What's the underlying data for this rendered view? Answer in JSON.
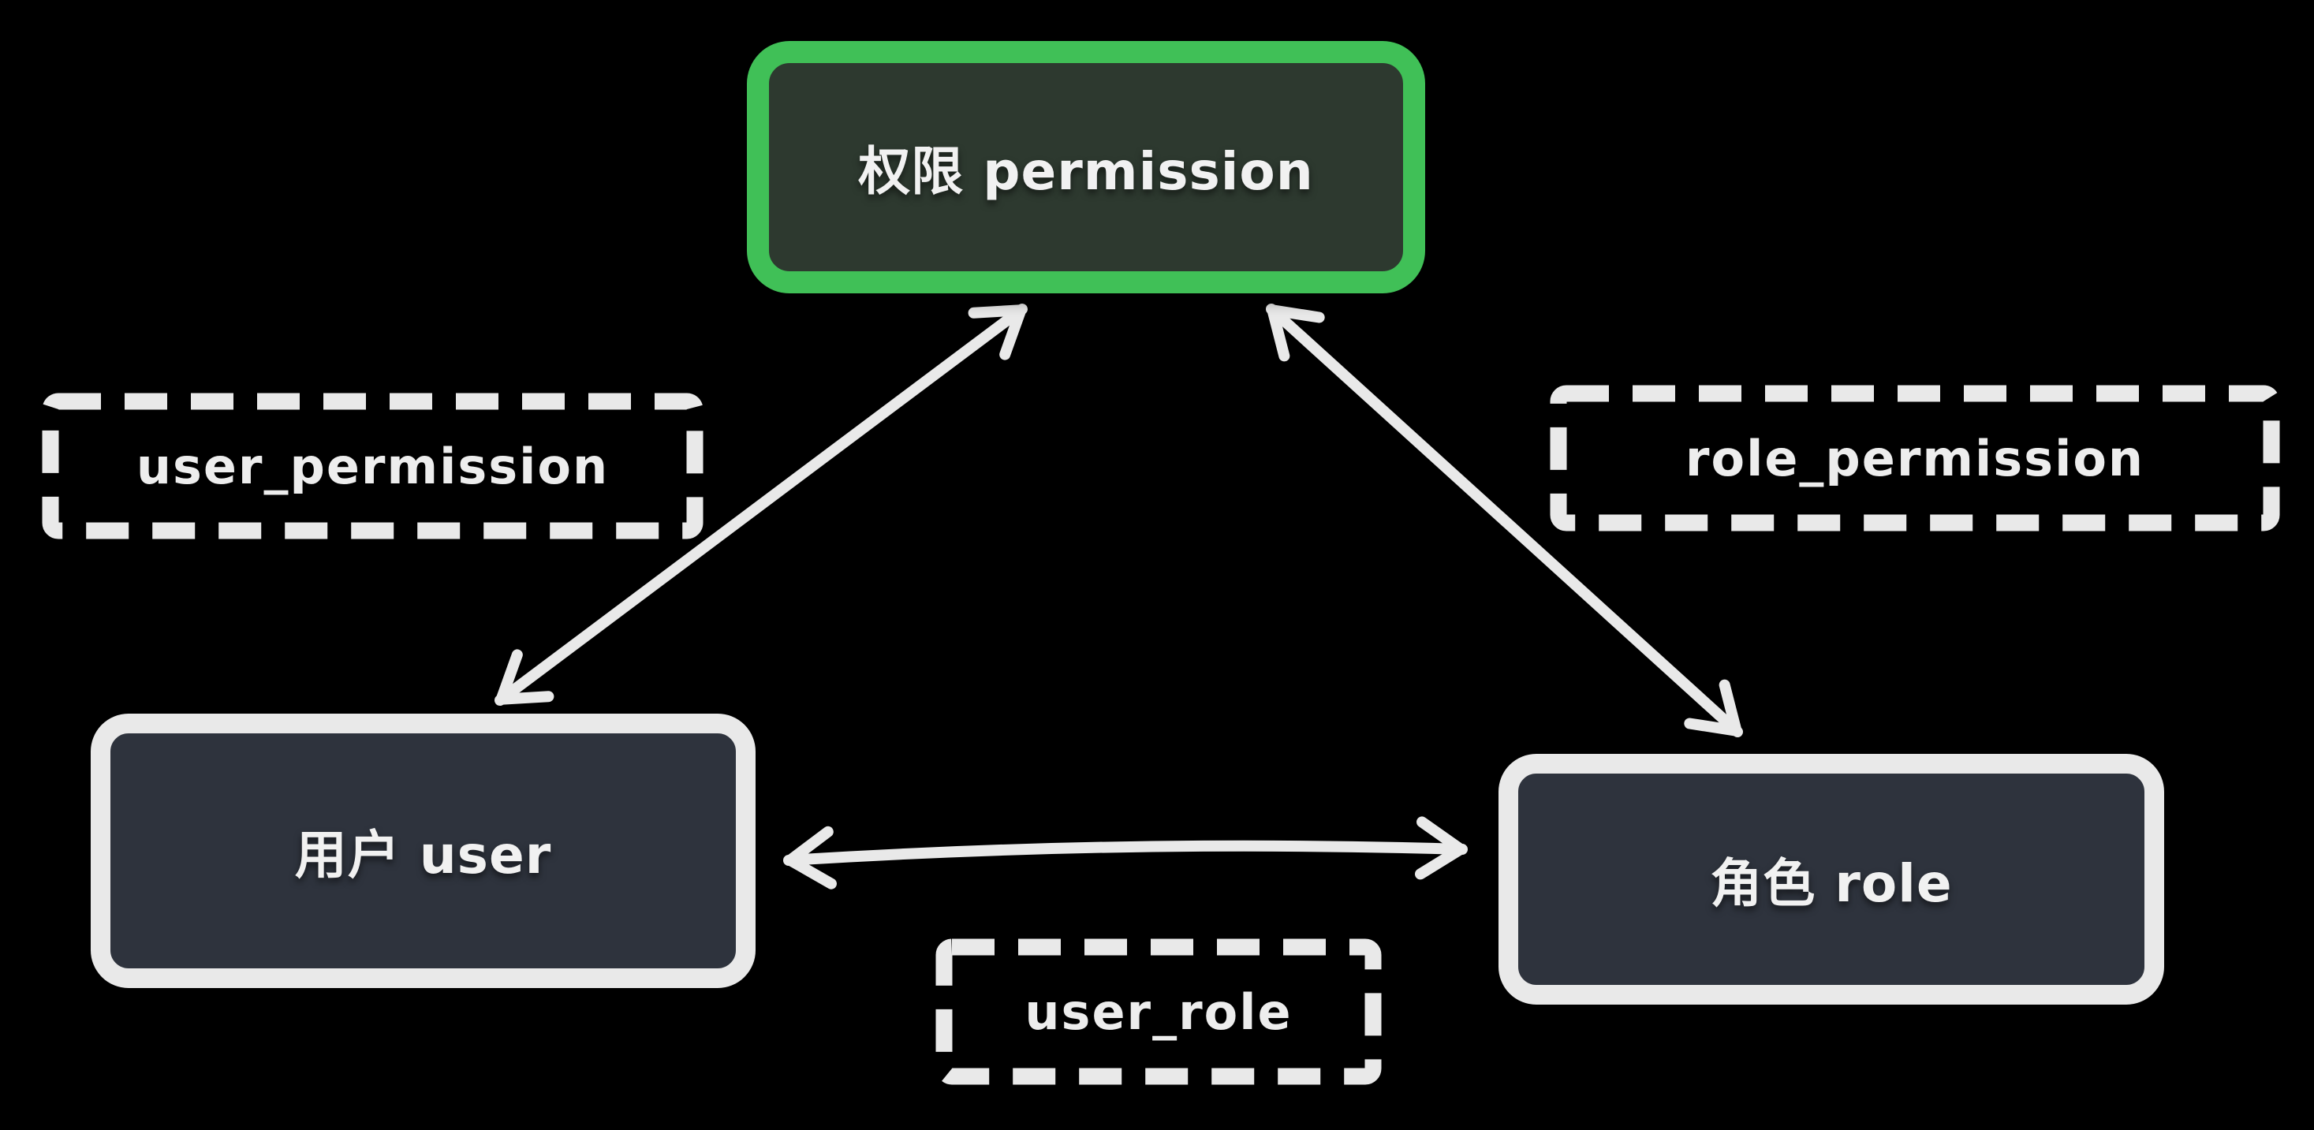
{
  "diagram": {
    "background_color": "#000000",
    "line_color": "#e9e9e9",
    "text_color": "#f1f1f1",
    "nodes": {
      "permission": {
        "label": "权限 permission",
        "border_color": "#40c057",
        "fill_color": "#2d392f"
      },
      "user": {
        "label": "用户 user",
        "border_color": "#e9e9e9",
        "fill_color": "#2e333d"
      },
      "role": {
        "label": "角色 role",
        "border_color": "#e9e9e9",
        "fill_color": "#2e333d"
      }
    },
    "junction_tables": {
      "user_permission": {
        "label": "user_permission"
      },
      "role_permission": {
        "label": "role_permission"
      },
      "user_role": {
        "label": "user_role"
      }
    },
    "relations": [
      {
        "from": "用户 user",
        "to": "权限 permission",
        "via": "user_permission",
        "arrow": "double-headed"
      },
      {
        "from": "角色 role",
        "to": "权限 permission",
        "via": "role_permission",
        "arrow": "double-headed"
      },
      {
        "from": "用户 user",
        "to": "角色 role",
        "via": "user_role",
        "arrow": "double-headed"
      }
    ]
  }
}
